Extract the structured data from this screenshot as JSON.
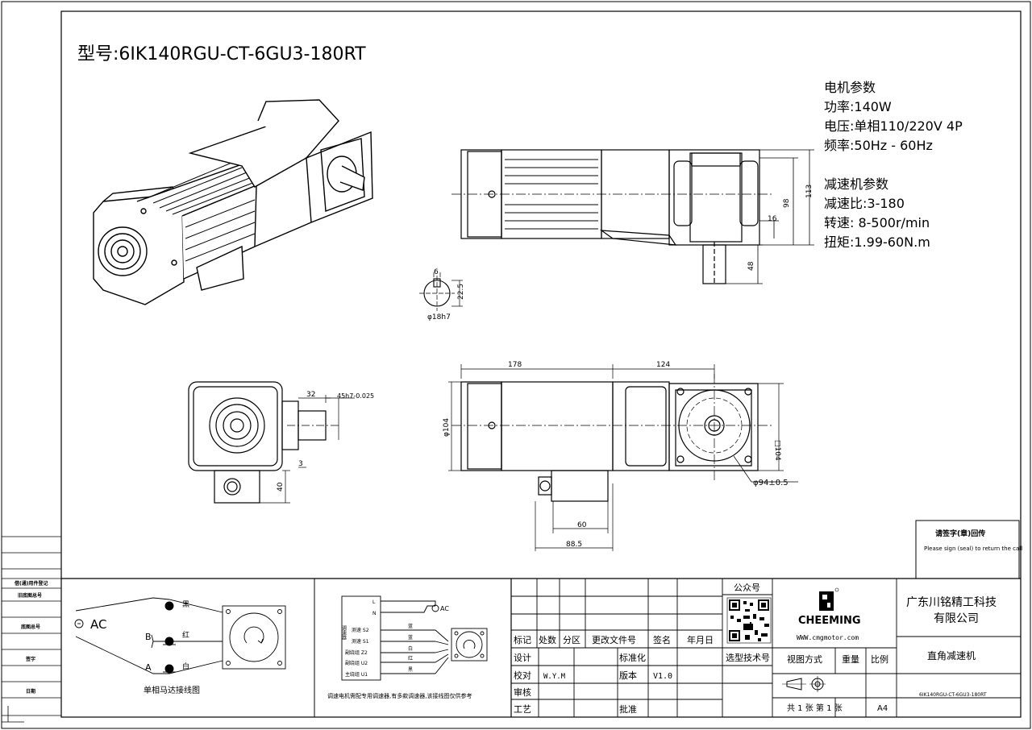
{
  "title": "型号:6IK140RGU-CT-6GU3-180RT",
  "motor_params": {
    "heading": "电机参数",
    "power": "功率:140W",
    "voltage": "电压:单相110/220V 4P",
    "frequency": "频率:50Hz - 60Hz"
  },
  "reducer_params": {
    "heading": "减速机参数",
    "ratio": "减速比:3-180",
    "speed": "转速: 8-500r/min",
    "torque": "扭矩:1.99-60N.m"
  },
  "dims": {
    "d6": "6",
    "d22_5": "22.5",
    "shaft_dia": "φ18h7",
    "d113": "113",
    "d98": "98",
    "d16": "16",
    "d48": "48",
    "d178": "178",
    "d124": "124",
    "d104_dia": "φ104",
    "d104_sq": "□104",
    "d94": "φ94±0.5",
    "d32": "32",
    "d45": "45h7-0.025",
    "d3": "3",
    "d40": "40",
    "d60": "60",
    "d88_5": "88.5"
  },
  "seal_box": {
    "line1": "请签字(章)回传",
    "line2": "Please sign (seal) to return the call"
  },
  "left_margin": {
    "row1": "借(通)用件登记",
    "row2": "旧底图总号",
    "row3": "底图总号",
    "row4": "签字",
    "row5": "日期"
  },
  "wiring_single": {
    "ac": "AC",
    "black": "黑",
    "red": "红",
    "white": "白",
    "b": "B",
    "a": "A",
    "caption": "单相马达接线图"
  },
  "wiring_governor": {
    "l": "L",
    "n": "N",
    "ac": "AC",
    "box_label": "调速器",
    "s2": "测速 S2",
    "s1": "测速 S1",
    "z2": "副绕组 Z2",
    "u2": "副绕组 U2",
    "u1": "主绕组 U1",
    "c_blue1": "蓝",
    "c_blue2": "蓝",
    "c_white": "白",
    "c_red": "红",
    "c_black": "黑",
    "caption": "调速电机需配专用调速器,有多款调速器,该接线图仅供参考"
  },
  "title_block": {
    "h_mark": "标记",
    "h_qty": "处数",
    "h_zone": "分区",
    "h_doc": "更改文件号",
    "h_sign": "签名",
    "h_date": "年月日",
    "design": "设计",
    "check": "校对",
    "checker": "W.Y.M",
    "review": "审核",
    "process": "工艺",
    "standard": "标准化",
    "version_label": "版本",
    "version": "V1.0",
    "approve": "批准",
    "wechat": "公众号",
    "tech": "选型技术号",
    "brand": "CHEEMING",
    "website": "WWW.cmgmotor.com",
    "company": "广东川铭精工科技有限公司",
    "product": "直角减速机",
    "view_method": "视图方式",
    "weight": "重量",
    "scale": "比例",
    "sheets": "共 1 张 第 1 张",
    "size": "A4",
    "model_code": "6IK140RGU-CT-6GU3-180RT"
  }
}
